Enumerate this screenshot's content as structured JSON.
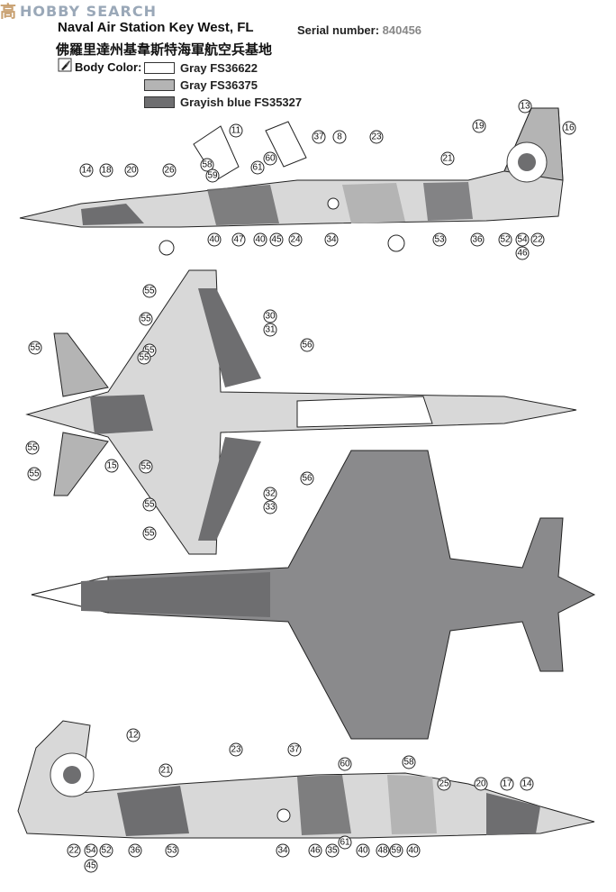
{
  "watermark": {
    "cn": "高",
    "en": "HOBBY SEARCH"
  },
  "sheet": {
    "title": "Naval Air Station Key West, FL",
    "title_cn": "佛羅里達州基韋斯特海軍航空兵基地",
    "serial_label": "Serial number:",
    "serial_value": "840456",
    "body_color_label": "Body Color:",
    "colors": [
      {
        "label": "Gray  FS36622",
        "hex": "#ffffff"
      },
      {
        "label": "Gray  FS36375",
        "hex": "#b4b4b4"
      },
      {
        "label": "Grayish blue  FS35327",
        "hex": "#6e6e70"
      }
    ]
  },
  "callouts": {
    "left_side": [
      "13",
      "16",
      "19",
      "11",
      "60",
      "37",
      "8",
      "23",
      "58",
      "59",
      "61",
      "21",
      "14",
      "18",
      "20",
      "26",
      "40",
      "47",
      "40",
      "45",
      "24",
      "34",
      "53",
      "36",
      "52",
      "54",
      "22",
      "46"
    ],
    "top_view": [
      "55",
      "55",
      "55",
      "55",
      "30",
      "31",
      "56",
      "55",
      "55",
      "15",
      "55",
      "55",
      "56",
      "32",
      "33",
      "55",
      "55"
    ],
    "right_side": [
      "12",
      "21",
      "23",
      "37",
      "60",
      "58",
      "25",
      "20",
      "17",
      "14",
      "22",
      "54",
      "52",
      "36",
      "53",
      "34",
      "46",
      "35",
      "61",
      "40",
      "48",
      "59",
      "40",
      "45"
    ]
  }
}
